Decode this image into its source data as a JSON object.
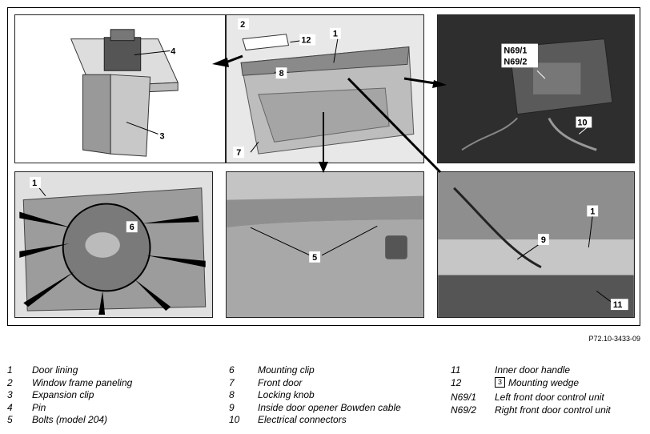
{
  "figure_ref": "P72.10-3433-09",
  "callouts": {
    "p1": [
      "4",
      "3"
    ],
    "p2": [
      "2",
      "12",
      "1",
      "8",
      "7"
    ],
    "p3": [
      "N69/1",
      "N69/2",
      "10"
    ],
    "p4": [
      "1",
      "6"
    ],
    "p5": [
      "5"
    ],
    "p6": [
      "1",
      "9",
      "11"
    ]
  },
  "legend": {
    "col1": [
      {
        "num": "1",
        "text": "Door lining"
      },
      {
        "num": "2",
        "text": "Window frame paneling"
      },
      {
        "num": "3",
        "text": "Expansion clip"
      },
      {
        "num": "4",
        "text": "Pin"
      },
      {
        "num": "5",
        "text": "Bolts (model 204)"
      }
    ],
    "col2": [
      {
        "num": "6",
        "text": "Mounting clip"
      },
      {
        "num": "7",
        "text": "Front door"
      },
      {
        "num": "8",
        "text": "Locking knob"
      },
      {
        "num": "9",
        "text": "Inside door opener Bowden cable"
      },
      {
        "num": "10",
        "text": "Electrical connectors"
      }
    ],
    "col3": [
      {
        "num": "11",
        "text": "Inner door handle"
      },
      {
        "num": "12",
        "text": "Mounting wedge",
        "icon": "wrench-symbol-icon",
        "icon_glyph": "3"
      },
      {
        "num": "N69/1",
        "text": "Left front door control unit"
      },
      {
        "num": "N69/2",
        "text": "Right front door control unit"
      }
    ]
  }
}
